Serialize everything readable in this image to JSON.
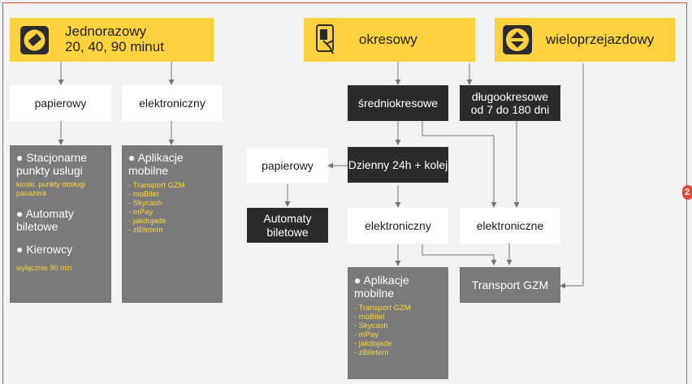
{
  "headers": {
    "single": {
      "line1": "Jednorazowy",
      "line2": "20, 40, 90 minut"
    },
    "periodic": {
      "label": "okresowy"
    },
    "multi": {
      "label": "wieloprzejazdowy"
    }
  },
  "left": {
    "paper": "papierowy",
    "electronic": "elektroniczny",
    "paper_details": {
      "item1": "● Stacjonarne punkty usługi",
      "item1_sub": "kioski, punkty obsługi pasażera",
      "item2": "● Automaty biletowe",
      "item3": "● Kierowcy",
      "item3_sub": "wyłącznie 90 min"
    },
    "electronic_details": {
      "title": "● Aplikacje mobilne",
      "apps": [
        "- Transport GZM",
        "- moBilet",
        "- Skycash",
        "- mPay",
        "- jakdojade",
        "- zBiletem"
      ]
    }
  },
  "right": {
    "medium": "średniokresowe",
    "long": "długookresowe od 7 do 180 dni",
    "daily": "Dzienny 24h + kolej",
    "paper": "papierowy",
    "machines": "Automaty biletowe",
    "electronic_singular": "elektroniczny",
    "electronic_plural": "elektroniczne",
    "transport": "Transport GZM",
    "apps_box": {
      "title": "● Aplikacje mobilne",
      "apps": [
        "- Transport GZM",
        "- moBilet",
        "- Skycash",
        "- mPay",
        "- jakdojade",
        "- zBiletem"
      ]
    }
  },
  "badge": "2",
  "colors": {
    "yellow": "#fdd23e",
    "dark": "#2b2b2b",
    "gray": "#7a7a7a",
    "line": "#777777",
    "frame": "#e04a3c"
  },
  "icons": [
    "ticket-icon",
    "phone-card-icon",
    "up-down-arrows-icon"
  ]
}
